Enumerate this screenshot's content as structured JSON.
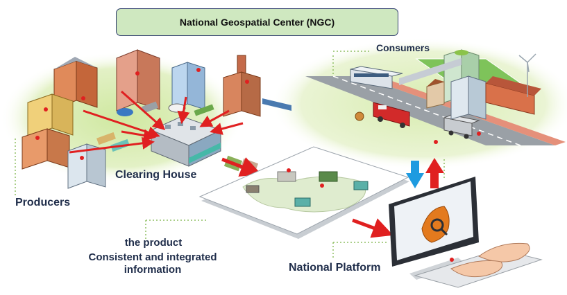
{
  "title": "National Geospatial Center (NGC)",
  "labels": {
    "consumers": "Consumers",
    "clearing_house": "Clearing House",
    "producers": "Producers",
    "product_line1": "the product",
    "product_line2": "Consistent and integrated",
    "product_line3": "information",
    "national_platform": "National Platform"
  },
  "colors": {
    "title_bg": "#cfe8c0",
    "title_border": "#2f3d6e",
    "label_text": "#1f2d4a",
    "arrow_red": "#e02020",
    "arrow_blue": "#1e9be0",
    "ground_green": "#cfe6a6"
  }
}
